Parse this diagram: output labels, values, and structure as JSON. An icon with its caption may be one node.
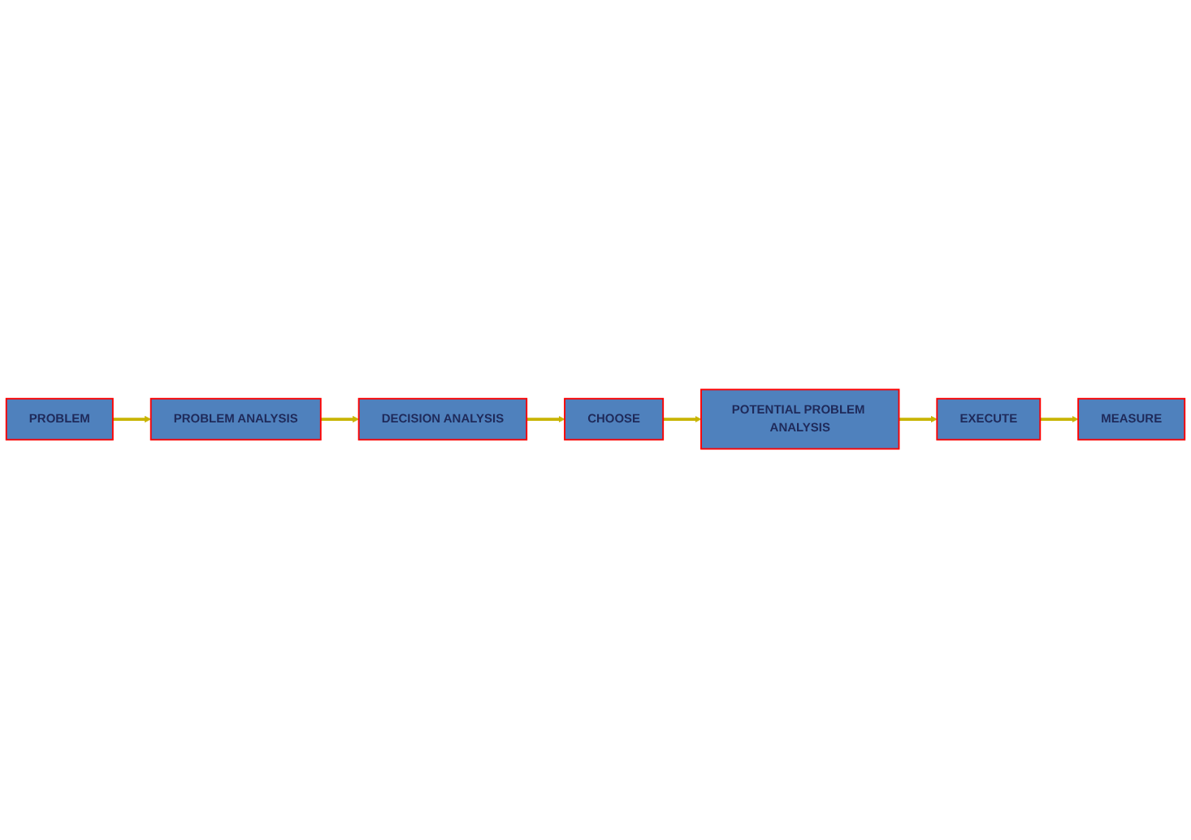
{
  "diagram": {
    "nodes": [
      {
        "text": [
          "PROBLEM"
        ]
      },
      {
        "text": [
          "PROBLEM ANALYSIS"
        ]
      },
      {
        "text": [
          "DECISION ANALYSIS"
        ]
      },
      {
        "text": [
          "CHOOSE"
        ]
      },
      {
        "text": [
          "POTENTIAL PROBLEM ANALYSIS"
        ]
      },
      {
        "text": [
          "EXECUTE"
        ]
      },
      {
        "text": [
          "MEASURE"
        ]
      }
    ],
    "edges": [
      {
        "from": 0,
        "to": 1,
        "arrow": "to"
      },
      {
        "from": 1,
        "to": 2,
        "arrow": "to"
      },
      {
        "from": 2,
        "to": 3,
        "arrow": "to"
      },
      {
        "from": 3,
        "to": 4,
        "arrow": "to"
      },
      {
        "from": 4,
        "to": 5,
        "arrow": "to"
      },
      {
        "from": 5,
        "to": 6,
        "arrow": "to"
      }
    ]
  }
}
